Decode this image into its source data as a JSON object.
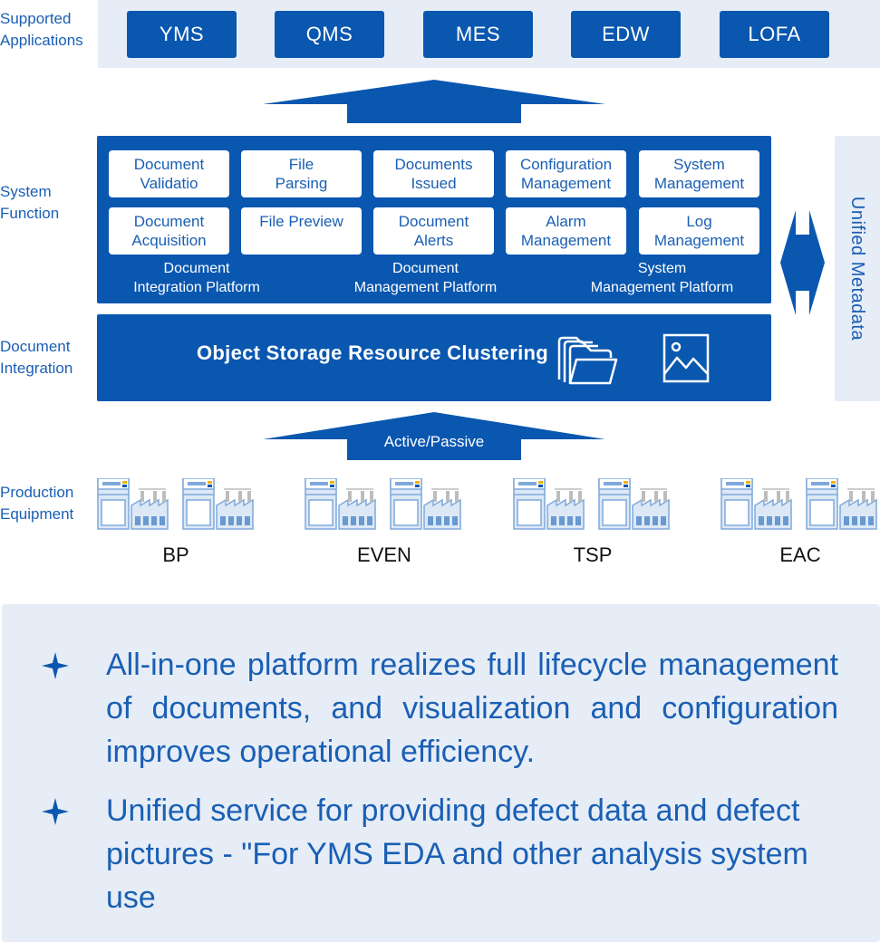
{
  "row_labels": {
    "supported": "Supported\nApplications",
    "system": "System\nFunction",
    "document": "Document\nIntegration",
    "production": "Production\nEquipment"
  },
  "apps": [
    "YMS",
    "QMS",
    "MES",
    "EDW",
    "LOFA"
  ],
  "functions": {
    "row1": [
      "Document\nValidatio",
      "File\nParsing",
      "Documents\nIssued",
      "Configuration\nManagement",
      "System\nManagement"
    ],
    "row2": [
      "Document\nAcquisition",
      "File Preview",
      "Document\nAlerts",
      "Alarm\nManagement",
      "Log\nManagement"
    ]
  },
  "platforms": [
    "Document\nIntegration Platform",
    "Document\nManagement Platform",
    "System\nManagement Platform"
  ],
  "storage_title": "Object Storage Resource Clustering",
  "unified_metadata": "Unified Metadata",
  "arrow_label": "Active/Passive",
  "factories": [
    "BP",
    "EVEN",
    "TSP",
    "EAC"
  ],
  "bullets": [
    "All-in-one platform realizes full lifecycle management of documents, and visualization and configuration improves operational efficiency.",
    "Unified service for providing defect data and defect pictures - \"For YMS EDA and other analysis system use"
  ],
  "colors": {
    "primary": "#0a57b0",
    "band": "#e6edf6",
    "text": "#1a5fb4"
  },
  "icons": [
    "folder-stack-icon",
    "image-icon",
    "double-arrow-icon",
    "factory-icon",
    "star-bullet-icon"
  ]
}
